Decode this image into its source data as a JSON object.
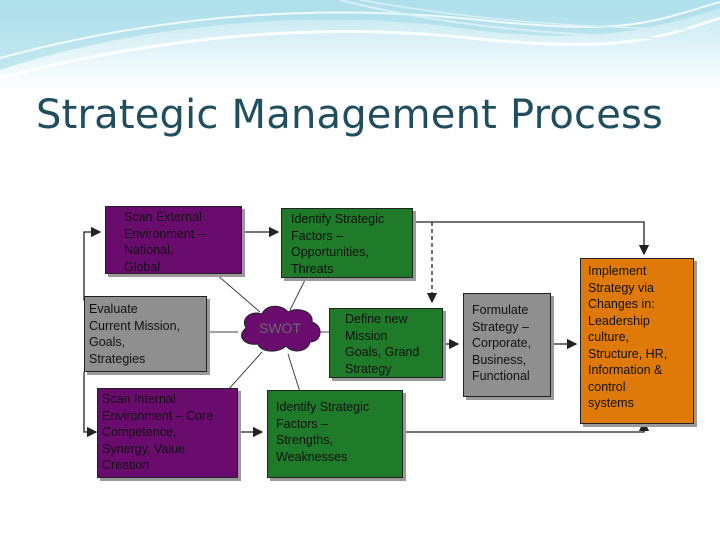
{
  "slide": {
    "title": "Strategic Management Process"
  },
  "boxes": {
    "scan_external": "Scan External\nEnvironment –\nNational,\nGlobal",
    "identify_opportunities": "Identify Strategic\nFactors –\nOpportunities,\nThreats",
    "evaluate_current": "Evaluate\nCurrent Mission,\nGoals,\nStrategies",
    "swot": "SWOT",
    "define_mission": "Define new\nMission\nGoals, Grand\nStrategy",
    "formulate_strategy": "Formulate\nStrategy –\nCorporate,\nBusiness,\nFunctional",
    "implement_strategy": "Implement\nStrategy via\nChanges in:\nLeadership\nculture,\nStructure, HR,\nInformation &\ncontrol\nsystems",
    "scan_internal": "Scan Internal\nEnvironment – Core\nCompetence,\nSynergy, Value\nCreation",
    "identify_strengths": "Identify Strategic\nFactors –\nStrengths,\nWeaknesses"
  },
  "colors": {
    "purple": "#6a0b6e",
    "green": "#1f7a2a",
    "gray": "#8f8f8f",
    "orange": "#df7a0a",
    "title": "#1f4e5f"
  }
}
